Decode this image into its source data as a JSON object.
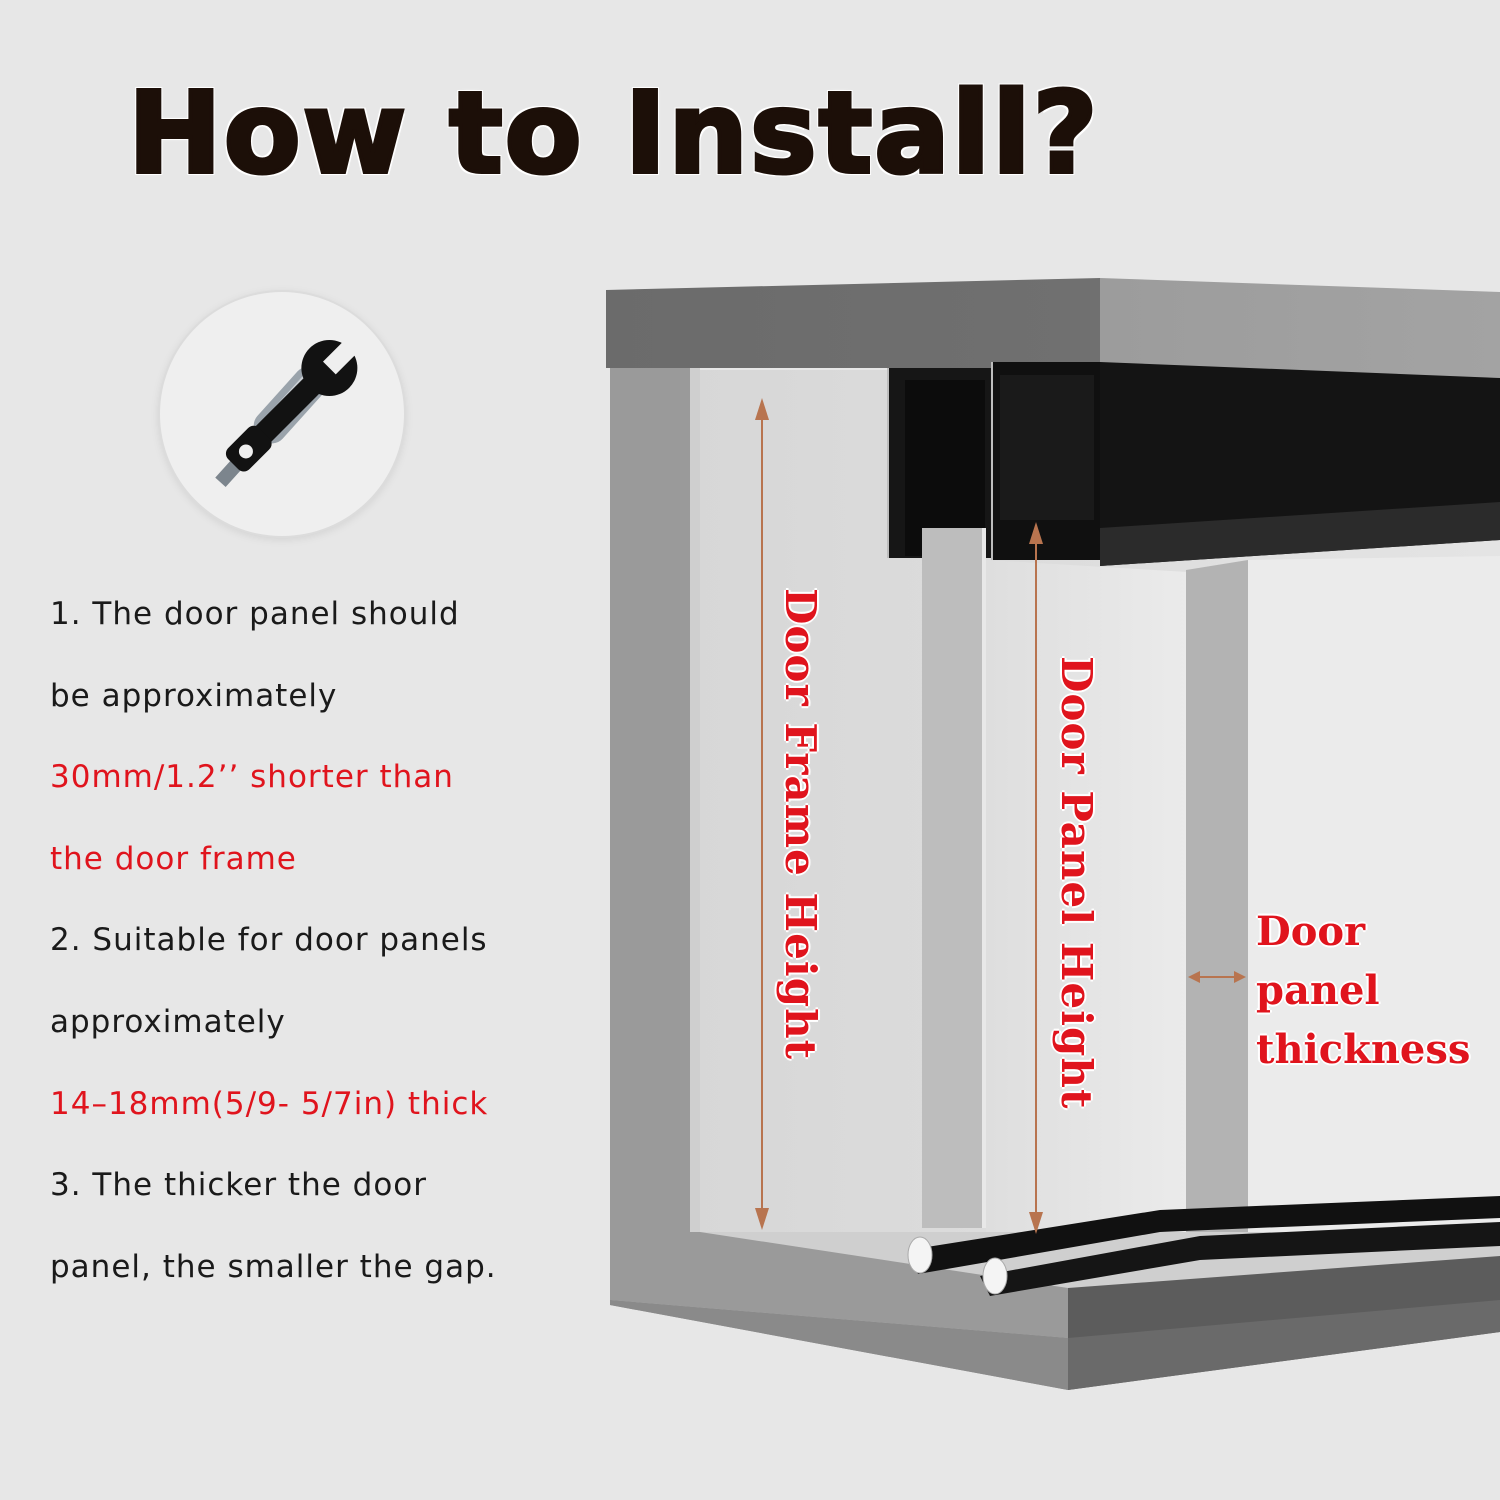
{
  "title": "How to Install?",
  "icon": "tools-icon",
  "instructions": [
    {
      "text": "1. The door panel should",
      "color": "#1a1a1a"
    },
    {
      "text": "be approximately",
      "color": "#1a1a1a"
    },
    {
      "text": "30mm/1.2’’ shorter than",
      "color": "#e0141d"
    },
    {
      "text": "the door frame",
      "color": "#e0141d"
    },
    {
      "text": "2. Suitable for door panels",
      "color": "#1a1a1a"
    },
    {
      "text": "approximately",
      "color": "#1a1a1a"
    },
    {
      "text": "14–18mm(5/9- 5/7in) thick",
      "color": "#e0141d"
    },
    {
      "text": "3. The thicker the door",
      "color": "#1a1a1a"
    },
    {
      "text": "panel, the smaller the gap.",
      "color": "#1a1a1a"
    }
  ],
  "diagram": {
    "frame_height_label": "Door Frame Height",
    "panel_height_label": "Door Panel Height",
    "thickness_label": [
      "Door",
      "panel",
      "thickness"
    ],
    "label_color": "#e0141d",
    "arrow_color": "#b8744f"
  }
}
